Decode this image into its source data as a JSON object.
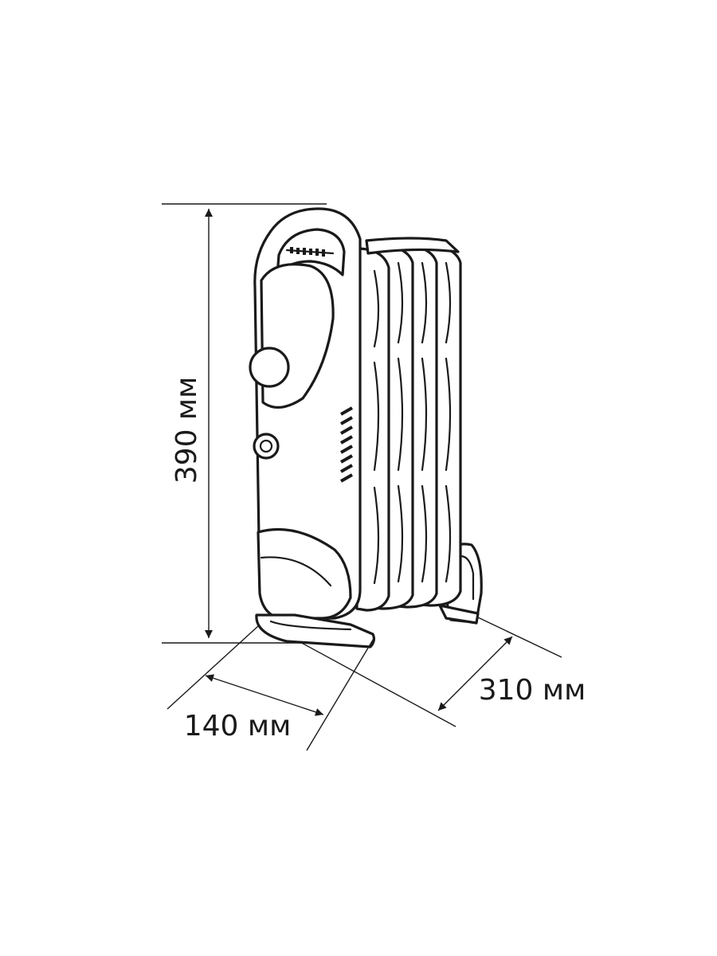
{
  "dimensions": {
    "height_label": "390 мм",
    "width_label": "140 мм",
    "depth_label": "310 мм"
  },
  "icons": {
    "product": "oil-radiator-heater-icon"
  }
}
